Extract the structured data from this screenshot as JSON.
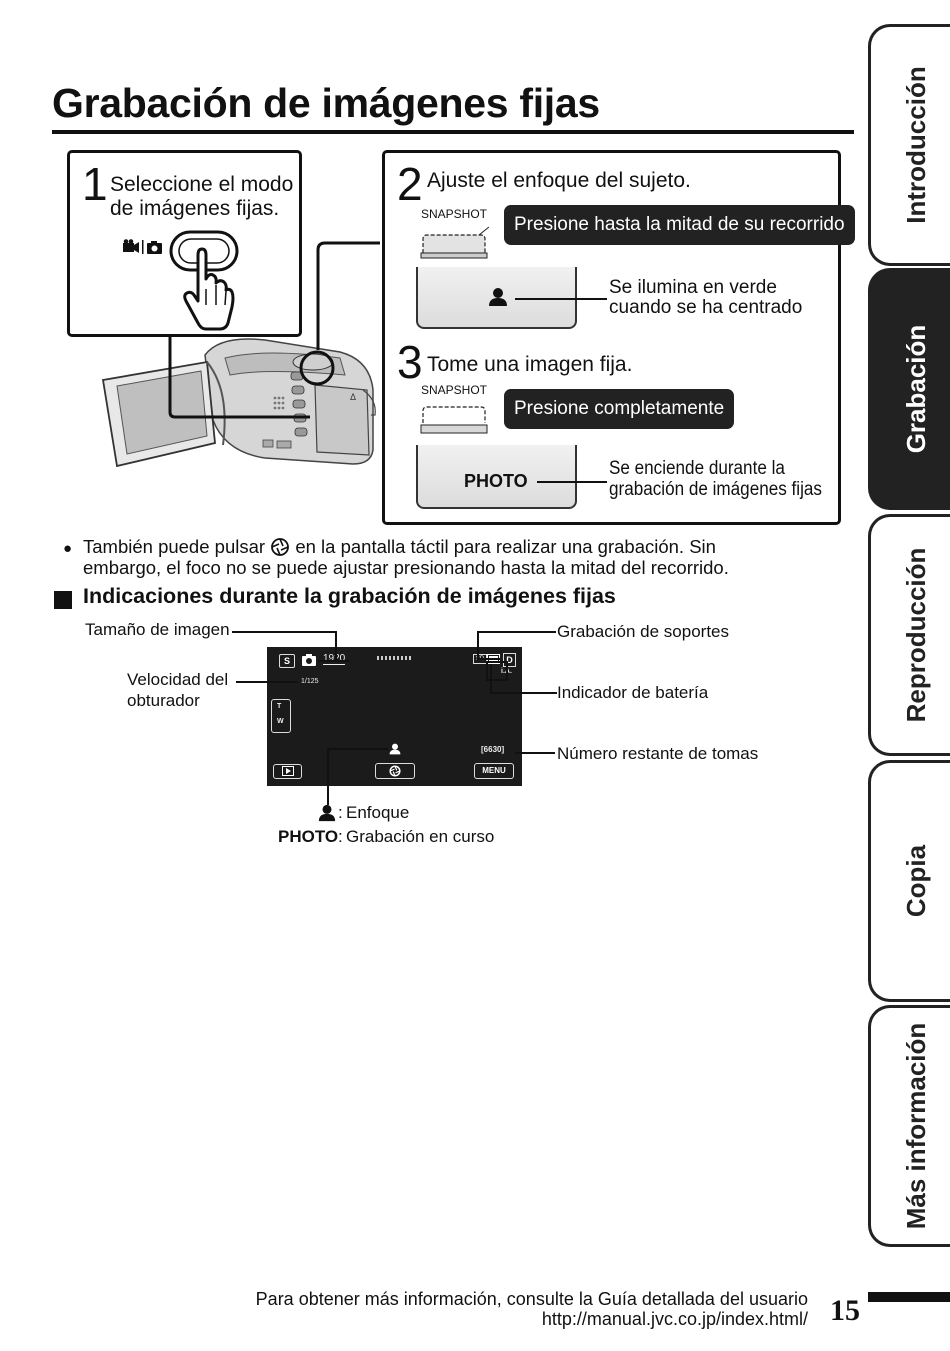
{
  "page": {
    "title": "Grabación de imágenes fijas",
    "number": "15"
  },
  "step1": {
    "number": "1",
    "line1": "Seleccione el modo",
    "line2": "de imágenes fijas."
  },
  "step2": {
    "number": "2",
    "text": "Ajuste el enfoque del sujeto.",
    "button_label": "SNAPSHOT",
    "pill": "Presione hasta la mitad de su recorrido",
    "desc_line1": "Se ilumina en verde",
    "desc_line2": "cuando se ha centrado"
  },
  "step3": {
    "number": "3",
    "text": "Tome una imagen fija.",
    "button_label": "SNAPSHOT",
    "pill": "Presione completamente",
    "screen_label": "PHOTO",
    "desc_line1": "Se enciende durante la",
    "desc_line2": "grabación de imágenes fijas"
  },
  "note": {
    "line1_before": "También puede pulsar",
    "line1_after": "en la pantalla táctil para realizar una grabación. Sin",
    "line2": "embargo, el foco no se puede ajustar presionando hasta la mitad del recorrido."
  },
  "section": {
    "title": "Indicaciones durante la grabación de imágenes fijas"
  },
  "lcd": {
    "resolution": "1920",
    "shutter": "1/125",
    "shots": "[6630]",
    "zoom_t": "T",
    "zoom_w": "W",
    "menu": "MENU",
    "ia": "i.A.",
    "d": "D",
    "sd": "SD",
    "s": "S"
  },
  "callouts": {
    "image_size": "Tamaño de imagen",
    "shutter_line1": "Velocidad del",
    "shutter_line2": "obturador",
    "media": "Grabación de soportes",
    "battery": "Indicador de batería",
    "remaining": "Número restante de tomas"
  },
  "legend": {
    "focus_sep": ":",
    "focus": "Enfoque",
    "photo_label": "PHOTO",
    "photo_sep": ":",
    "photo": "Grabación en curso"
  },
  "tabs": [
    {
      "label": "Introducción",
      "active": false
    },
    {
      "label": "Grabación",
      "active": true
    },
    {
      "label": "Reproducción",
      "active": false
    },
    {
      "label": "Copia",
      "active": false
    },
    {
      "label": "Más información",
      "active": false
    }
  ],
  "footer": {
    "line1": "Para obtener más información, consulte la Guía detallada del usuario",
    "line2": "http://manual.jvc.co.jp/index.html/"
  }
}
